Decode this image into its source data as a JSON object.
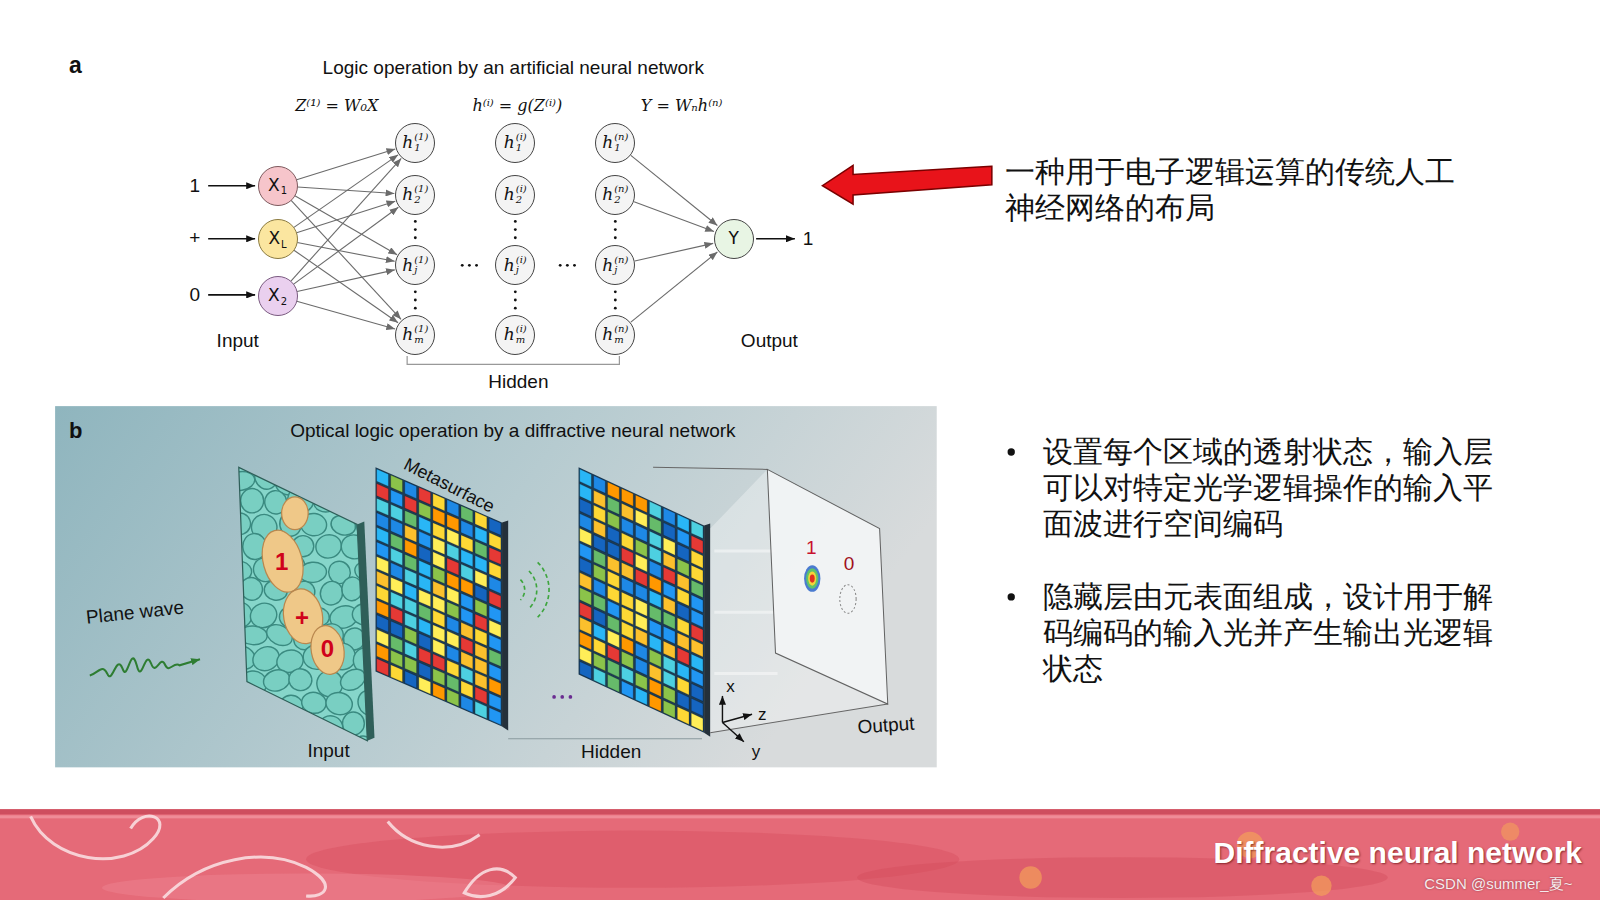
{
  "diagram": {
    "nodes": [
      {
        "text": [
          "X",
          "1"
        ]
      },
      {
        "text": [
          "X",
          "L"
        ]
      },
      {
        "text": [
          "X",
          "2"
        ]
      },
      {
        "text": [
          "h",
          "1",
          "(1)"
        ]
      },
      {
        "text": [
          "h",
          "2",
          "(1)"
        ]
      },
      {
        "text": [
          "h",
          "j",
          "(1)"
        ]
      },
      {
        "text": [
          "h",
          "m",
          "(1)"
        ]
      },
      {
        "text": [
          "h",
          "1",
          "(i)"
        ]
      },
      {
        "text": [
          "h",
          "2",
          "(i)"
        ]
      },
      {
        "text": [
          "h",
          "j",
          "(i)"
        ]
      },
      {
        "text": [
          "h",
          "m",
          "(i)"
        ]
      },
      {
        "text": [
          "h",
          "1",
          "(n)"
        ]
      },
      {
        "text": [
          "h",
          "2",
          "(n)"
        ]
      },
      {
        "text": [
          "h",
          "j",
          "(n)"
        ]
      },
      {
        "text": [
          "h",
          "m",
          "(n)"
        ]
      },
      {
        "text": [
          "Y"
        ]
      },
      {
        "text": [
          "b",
          "Optical logic operation by a diffractive neural network"
        ]
      },
      {
        "text": [
          "Diffractive neural network"
        ]
      }
    ],
    "edges": [
      {
        "from": 0,
        "to": 3,
        "arrow": "to"
      },
      {
        "from": 0,
        "to": 4,
        "arrow": "to"
      },
      {
        "from": 0,
        "to": 5,
        "arrow": "to"
      },
      {
        "from": 0,
        "to": 6,
        "arrow": "to"
      },
      {
        "from": 1,
        "to": 3,
        "arrow": "to"
      },
      {
        "from": 1,
        "to": 4,
        "arrow": "to"
      },
      {
        "from": 1,
        "to": 5,
        "arrow": "to"
      },
      {
        "from": 1,
        "to": 6,
        "arrow": "to"
      },
      {
        "from": 2,
        "to": 3,
        "arrow": "to"
      },
      {
        "from": 2,
        "to": 4,
        "arrow": "to"
      },
      {
        "from": 2,
        "to": 5,
        "arrow": "to"
      },
      {
        "from": 2,
        "to": 6,
        "arrow": "to"
      },
      {
        "from": 11,
        "to": 15,
        "arrow": "to"
      },
      {
        "from": 12,
        "to": 15,
        "arrow": "to"
      },
      {
        "from": 13,
        "to": 15,
        "arrow": "to"
      },
      {
        "from": 14,
        "to": 15,
        "arrow": "to"
      }
    ],
    "labels": [
      "a",
      "Logic operation by an artificial neural network",
      "Z⁽¹⁾ = W₀X",
      "h⁽ⁱ⁾ = g(Z⁽ⁱ⁾)",
      "Y = Wₙh⁽ⁿ⁾",
      "1",
      "+",
      "0",
      "1",
      "Input",
      "Hidden",
      "Output",
      "一种用于电子逻辑运算的传统人工神经网络的布局",
      "Plane wave",
      "Metasurface",
      "1",
      "+",
      "0",
      "1",
      "0",
      "x",
      "z",
      "y",
      "Input",
      "Hidden",
      "Output",
      "设置每个区域的透射状态，输入层可以对特定光学逻辑操作的输入平面波进行空间编码",
      "隐藏层由元表面组成，设计用于解码编码的输入光并产生输出光逻辑状态",
      "CSDN @summer_夏~"
    ]
  }
}
